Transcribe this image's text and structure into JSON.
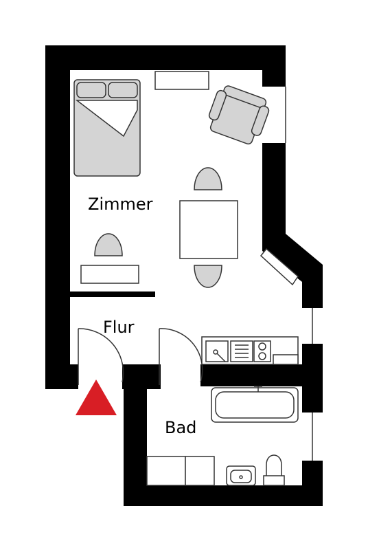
{
  "rooms": {
    "zimmer": "Zimmer",
    "flur": "Flur",
    "bad": "Bad"
  },
  "colors": {
    "wall": "#000000",
    "furniture": "#d4d4d4",
    "entrance_marker": "#d81e25"
  },
  "icons": {
    "entrance": "red-triangle-icon"
  }
}
